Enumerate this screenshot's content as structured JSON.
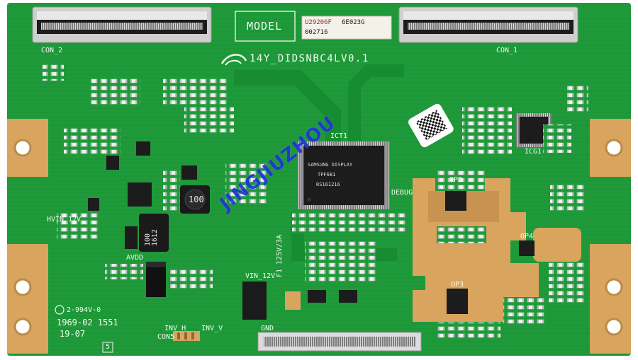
{
  "board": {
    "colors": {
      "pcb": "#1f9a3a",
      "pcb_dark": "#137a2c",
      "silk": "#f4f8ef",
      "copper_pad": "#d9a45e",
      "chip": "#1c1c1c",
      "connector": "#d9d9d9",
      "watermark": "#1d33d6"
    },
    "labels": {
      "model": "MODEL",
      "part_number": "14Y_DIDSNBC4LV0.1",
      "sticker_line1": "U29206F",
      "sticker_line2": "6E023G",
      "sticker_line3": "002716",
      "date1": "1969-02 1551",
      "date2": "19-07",
      "ul_mark": "2-994V-0",
      "watermark": "JINGJIUZHOU",
      "fuse": "F1 125V/3A",
      "debug": "DEBUG",
      "con2": "CON_2",
      "con1": "CON_1",
      "con5": "CON5",
      "ic_main": "ICT1",
      "ic_side": "ICG1",
      "op2": "OP2",
      "op3": "OP3",
      "op4": "OP4",
      "inductor_100": "100",
      "inductor_1612": "100\n1612",
      "chip_text1": "SAMSUNG DISPLAY",
      "chip_text2": "TPF6B1",
      "chip_text3": "RS161216",
      "vin": "VIN_12V",
      "avdd": "AVDD",
      "hvin": "HVIN_12V",
      "inv_h": "INV_H",
      "inv_v": "INV_V",
      "gnd": "GND",
      "b_label": "5"
    },
    "icons": [
      "samsung-logo-icon",
      "mounting-hole-icon",
      "qr-code-icon",
      "ul-mark-icon"
    ]
  }
}
